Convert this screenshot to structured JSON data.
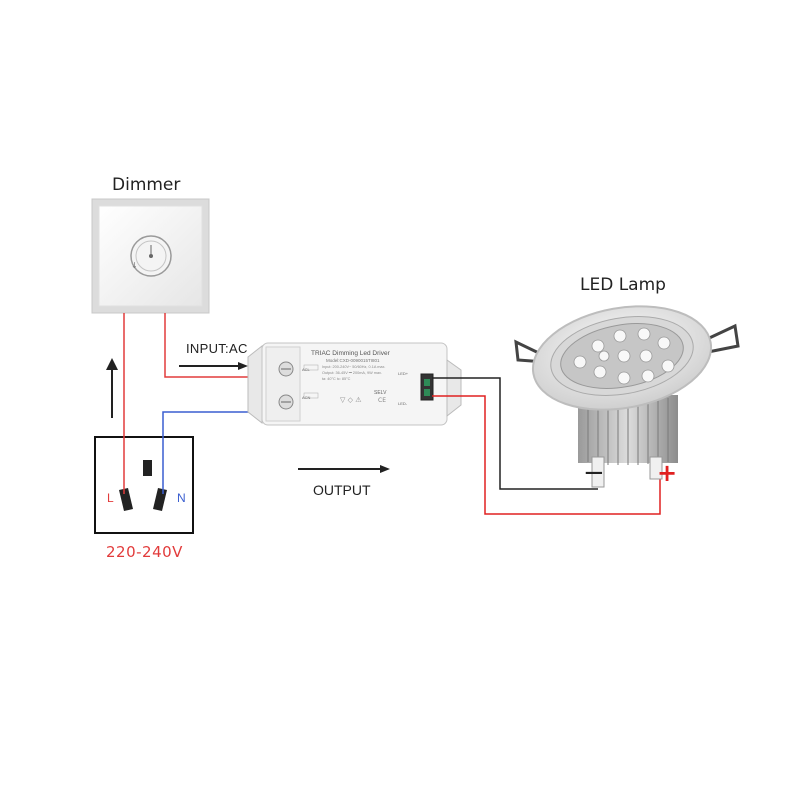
{
  "labels": {
    "dimmer": "Dimmer",
    "lamp": "LED Lamp",
    "input": "INPUT:AC",
    "output": "OUTPUT",
    "voltage": "220-240V",
    "live": "L",
    "neutral": "N",
    "negative": "−",
    "positive": "+"
  },
  "driver": {
    "title": "TRIAC Dimming Led Driver",
    "model": "Model:CXD-0090015TI801",
    "specs": [
      "Input: 200-240V~ 50/60Hz, 0.1A max.",
      "Output: 36-45V ⎓ 200mA, 9W max.",
      "ta: 40°C     tc: 85°C"
    ],
    "terminal_left_top": "ACL",
    "terminal_left_bottom": "ACN",
    "terminal_right_top": "LED+",
    "terminal_right_bottom": "LED-",
    "selv": "SELV"
  },
  "colors": {
    "live_wire": "#e23b3b",
    "neutral_wire": "#3a5ed0",
    "negative_wire": "#222222",
    "positive_wire": "#e02020"
  }
}
